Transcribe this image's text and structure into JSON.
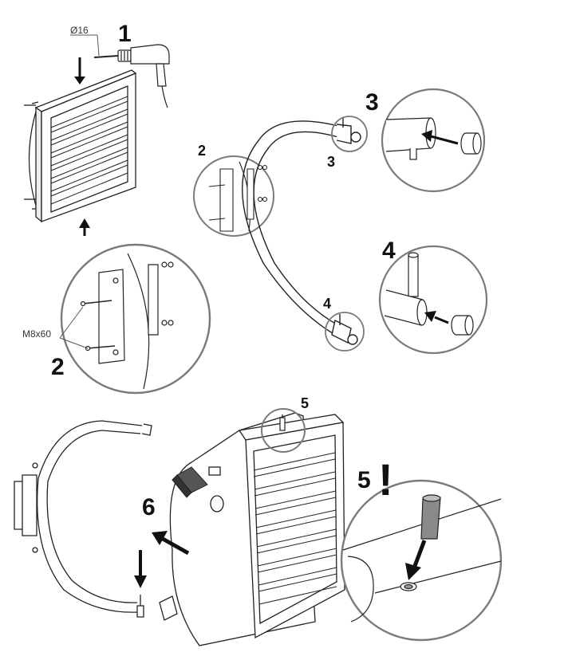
{
  "labels": {
    "drill_diameter": "Ø16",
    "step1": "1",
    "step2_small": "2",
    "step2_large": "2",
    "bolt_size": "M8x60",
    "step3_large": "3",
    "step3_small": "3",
    "step4_large": "4",
    "step4_small": "4",
    "step5_small": "5",
    "step5_large": "5",
    "warning_mark": "!",
    "step6": "6"
  },
  "colors": {
    "line": "#222222",
    "gray_fill": "#d8d8d8",
    "dark_fill": "#555555",
    "circle_stroke": "#7a7a7a",
    "arrow": "#111111"
  }
}
